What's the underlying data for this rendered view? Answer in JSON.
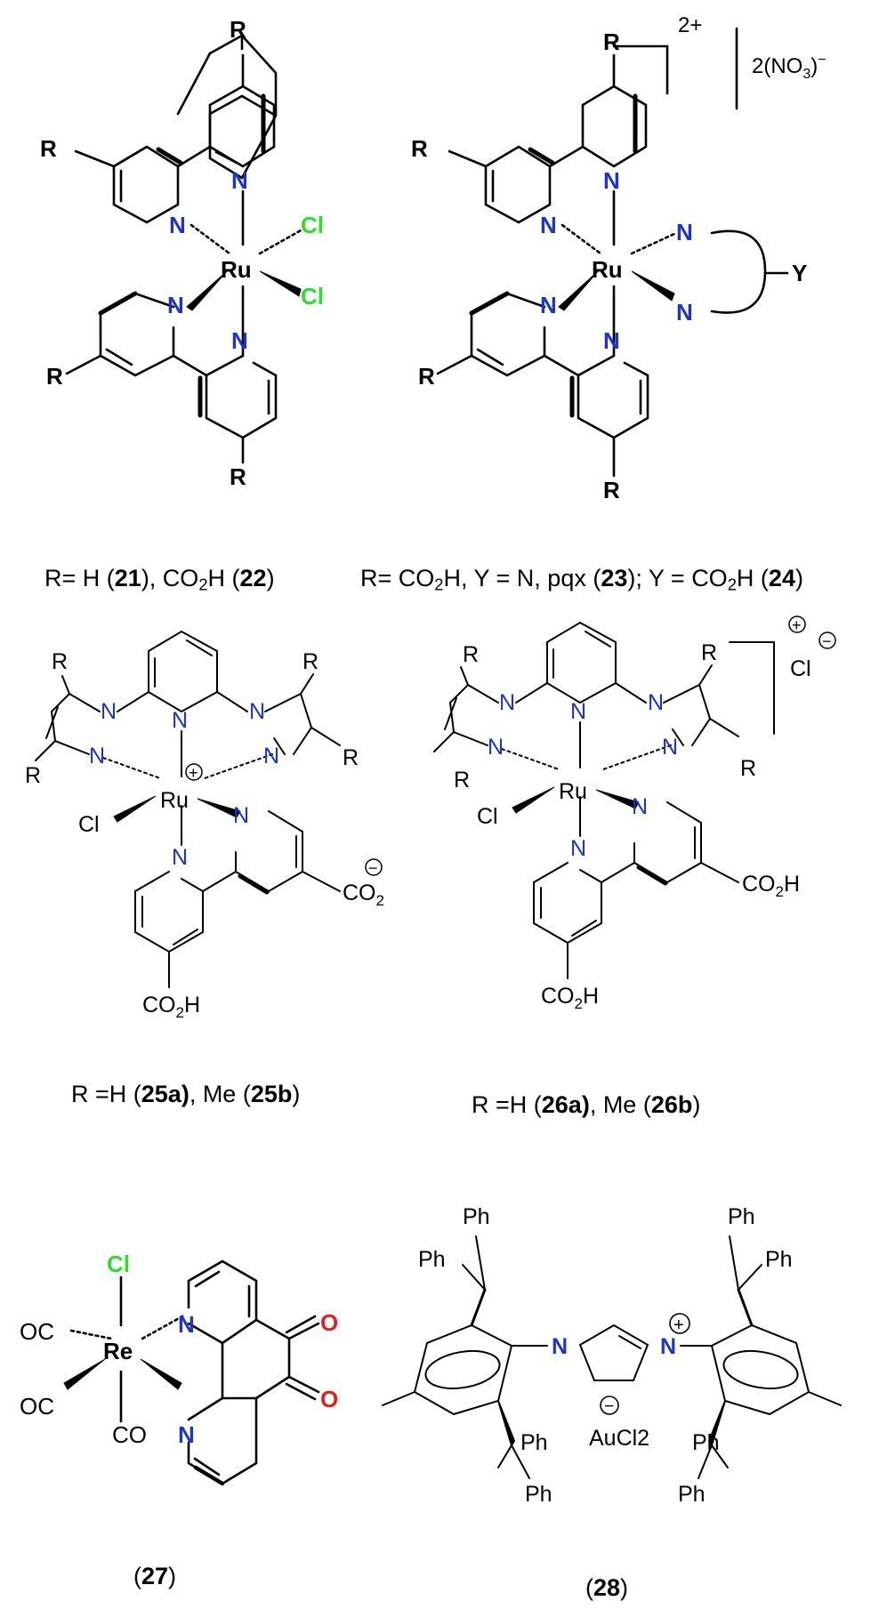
{
  "colors": {
    "bond": "#000000",
    "N": "#1d35c7",
    "Cl": "#2fdc2f",
    "O": "#e11f1f",
    "text": "#000000"
  },
  "atoms": {
    "Ru": "Ru",
    "N": "N",
    "Cl": "Cl",
    "O": "O",
    "Re": "Re",
    "R": "R",
    "Y": "Y",
    "CO": "CO",
    "OC": "OC",
    "Ph": "Ph",
    "CO2": "CO",
    "CO2H": "CO",
    "H": "H",
    "two": "2"
  },
  "charges": {
    "dication": "2+",
    "nitrate": "2(NO",
    "nitrate_sub": "3",
    "nitrate_tail": ")",
    "minus": "−",
    "plus": "+",
    "auCl2": "AuCl2"
  },
  "captions": {
    "c21": {
      "pre": "R= H (",
      "b1": "21",
      "mid": "), CO",
      "sub": "2",
      "mid2": "H (",
      "b2": "22",
      "post": ")"
    },
    "c23": {
      "pre": "R= CO",
      "sub1": "2",
      "mid1": "H, Y = N, pqx (",
      "b1": "23",
      "mid2": "); Y = CO",
      "sub2": "2",
      "mid3": "H (",
      "b2": "24",
      "post": ")"
    },
    "c25": {
      "pre": "R =H (",
      "b1": "25a)",
      "mid": ", Me (",
      "b2": "25b",
      "post": ")"
    },
    "c26": {
      "pre": "R =H (",
      "b1": "26a)",
      "mid": ", Me (",
      "b2": "26b",
      "post": ")"
    },
    "c27": {
      "pre": "(",
      "b": "27",
      "post": ")"
    },
    "c28": {
      "pre": "(",
      "b": "28",
      "post": ")"
    }
  }
}
